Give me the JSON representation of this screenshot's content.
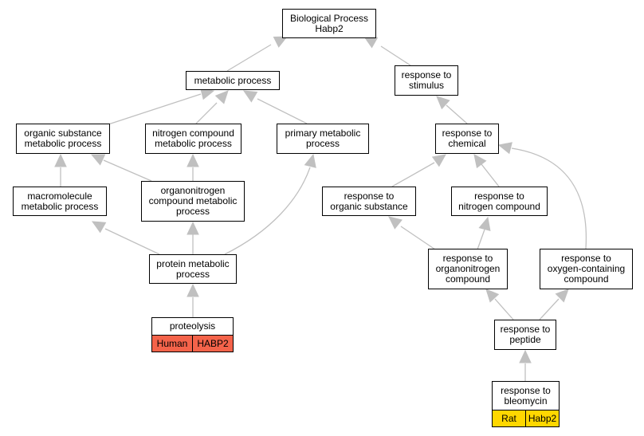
{
  "colors": {
    "edge": "#c0c0c0",
    "human_tag": "#f4634a",
    "rat_tag": "#ffd700"
  },
  "nodes": {
    "root": {
      "lines": [
        "Biological Process",
        "Habp2"
      ]
    },
    "metabolic": {
      "lines": [
        "metabolic process"
      ]
    },
    "stimulus": {
      "lines": [
        "response to",
        "stimulus"
      ]
    },
    "organic_sub": {
      "lines": [
        "organic substance",
        "metabolic process"
      ]
    },
    "nitrogen_met": {
      "lines": [
        "nitrogen compound",
        "metabolic process"
      ]
    },
    "primary_met": {
      "lines": [
        "primary metabolic",
        "process"
      ]
    },
    "chemical": {
      "lines": [
        "response to",
        "chemical"
      ]
    },
    "macromolecule": {
      "lines": [
        "macromolecule",
        "metabolic process"
      ]
    },
    "organonitrogen_met": {
      "lines": [
        "organonitrogen",
        "compound metabolic",
        "process"
      ]
    },
    "resp_organic": {
      "lines": [
        "response to",
        "organic substance"
      ]
    },
    "resp_nitrogen": {
      "lines": [
        "response to",
        "nitrogen compound"
      ]
    },
    "protein_met": {
      "lines": [
        "protein metabolic",
        "process"
      ]
    },
    "resp_organonitrogen": {
      "lines": [
        "response to",
        "organonitrogen",
        "compound"
      ]
    },
    "resp_oxygen": {
      "lines": [
        "response to",
        "oxygen-containing",
        "compound"
      ]
    },
    "proteolysis": {
      "lines": [
        "proteolysis"
      ],
      "tags": [
        "Human",
        "HABP2"
      ]
    },
    "resp_peptide": {
      "lines": [
        "response to",
        "peptide"
      ]
    },
    "resp_bleomycin": {
      "lines": [
        "response to",
        "bleomycin"
      ],
      "tags": [
        "Rat",
        "Habp2"
      ]
    }
  }
}
